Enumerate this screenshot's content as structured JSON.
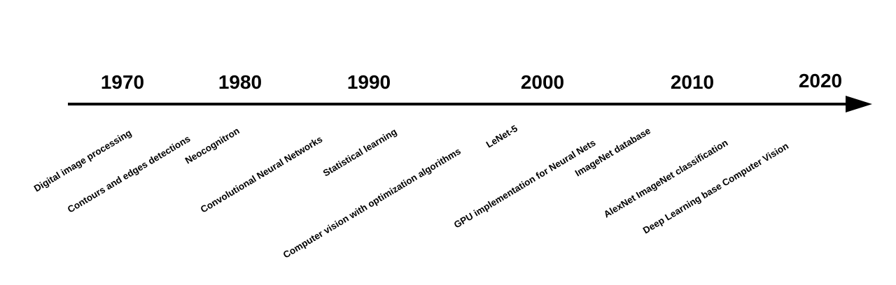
{
  "timeline": {
    "colors": {
      "axis": "#000000",
      "text": "#000000",
      "background": "#ffffff"
    },
    "years": [
      "1970",
      "1980",
      "1990",
      "2000",
      "2010",
      "2020"
    ],
    "events": [
      "Digital image processing",
      "Contours and edges detections",
      "Neocognitron",
      "Convolutional Neural Networks",
      "Statistical learning",
      "Computer vision with optimization algorithms",
      "LeNet-5",
      "GPU implementation for Neural Nets",
      "ImageNet database",
      "AlexNet ImageNet classification",
      "Deep Learning base Computer Vision"
    ]
  }
}
